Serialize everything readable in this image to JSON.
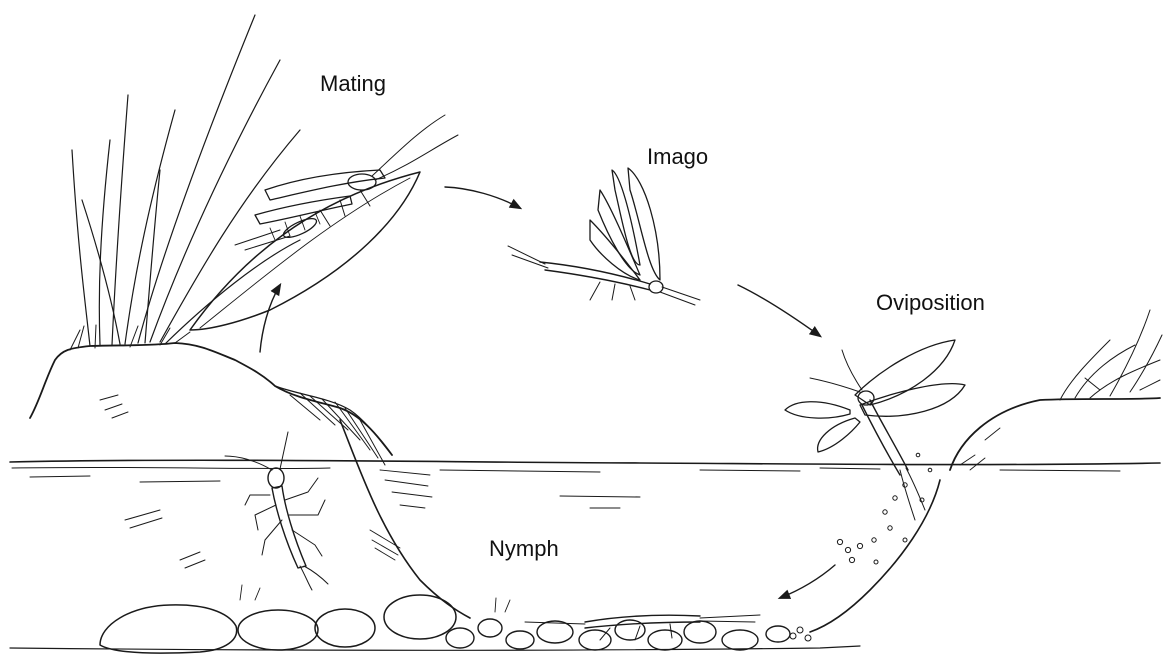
{
  "labels": {
    "mating": "Mating",
    "imago": "Imago",
    "oviposition": "Oviposition",
    "nymph": "Nymph"
  },
  "colors": {
    "ink": "#1a1a1a",
    "background": "#ffffff"
  }
}
